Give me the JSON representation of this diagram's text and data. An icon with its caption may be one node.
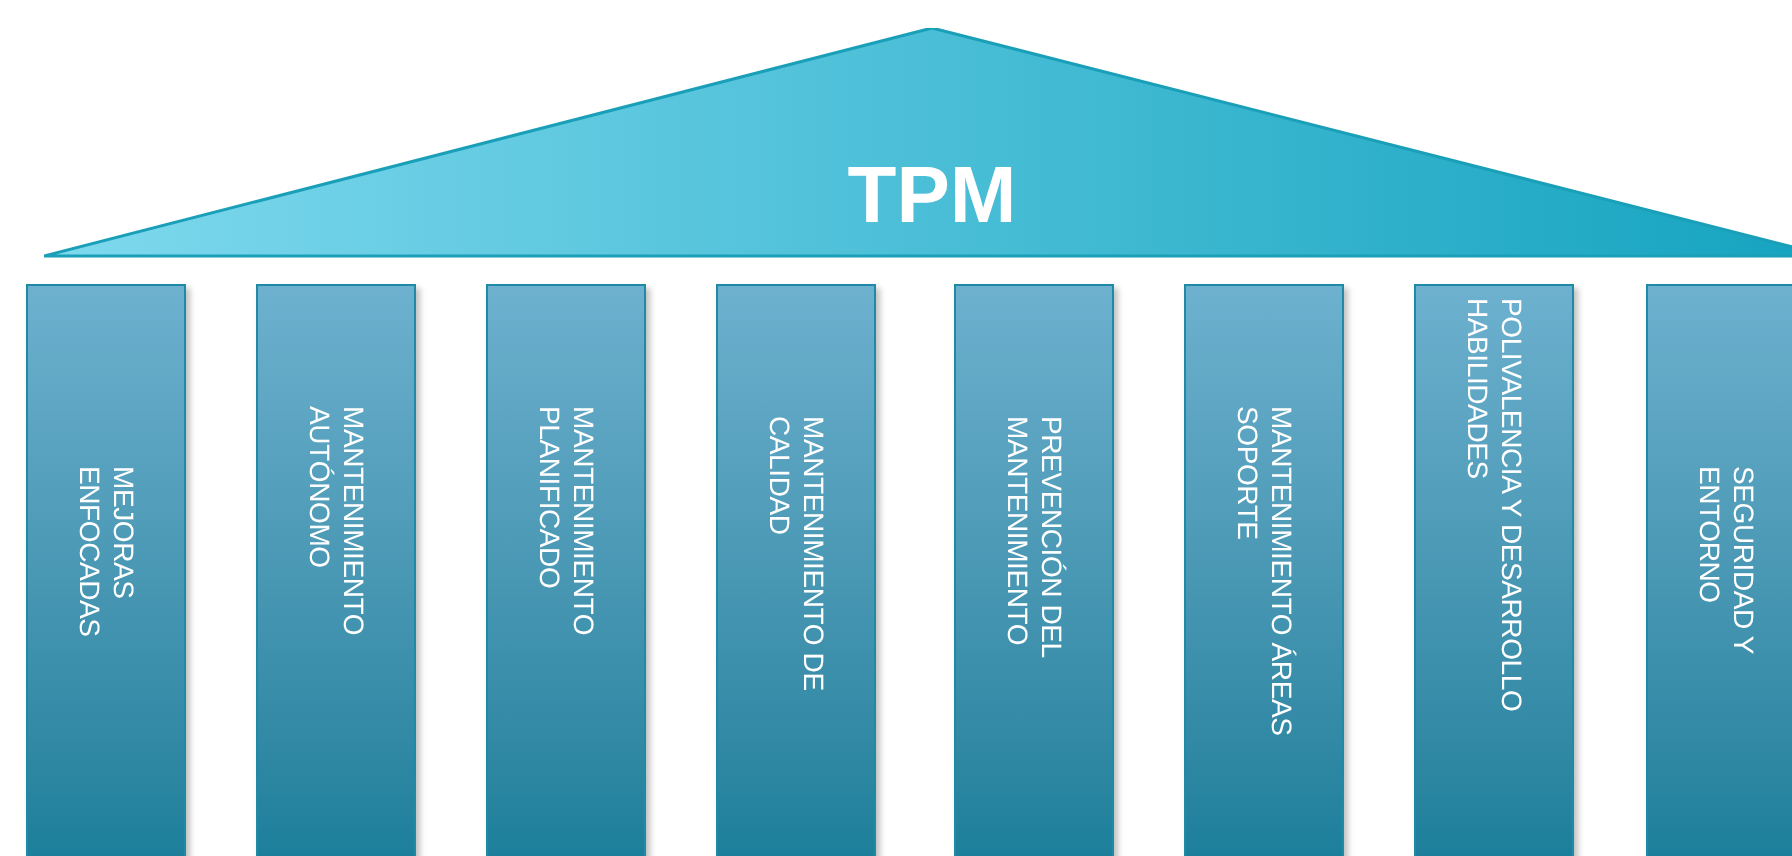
{
  "diagram": {
    "nodes": [
      {
        "text": [
          "TPM"
        ]
      },
      {
        "text": [
          "MEJORAS ENFOCADAS"
        ]
      },
      {
        "text": [
          "MANTENIMIENTO AUTÓNOMO"
        ]
      },
      {
        "text": [
          "MANTENIMIENTO PLANIFICADO"
        ]
      },
      {
        "text": [
          "MANTENIMIENTO DE CALIDAD"
        ]
      },
      {
        "text": [
          "PREVENCIÓN DEL MANTENIMIENTO"
        ]
      },
      {
        "text": [
          "MANTENIMIENTO ÁREAS SOPORTE"
        ]
      },
      {
        "text": [
          "POLIVALENCIA Y DESARROLLO HABILIDADES"
        ]
      },
      {
        "text": [
          "SEGURIDAD Y ENTORNO"
        ]
      }
    ]
  }
}
